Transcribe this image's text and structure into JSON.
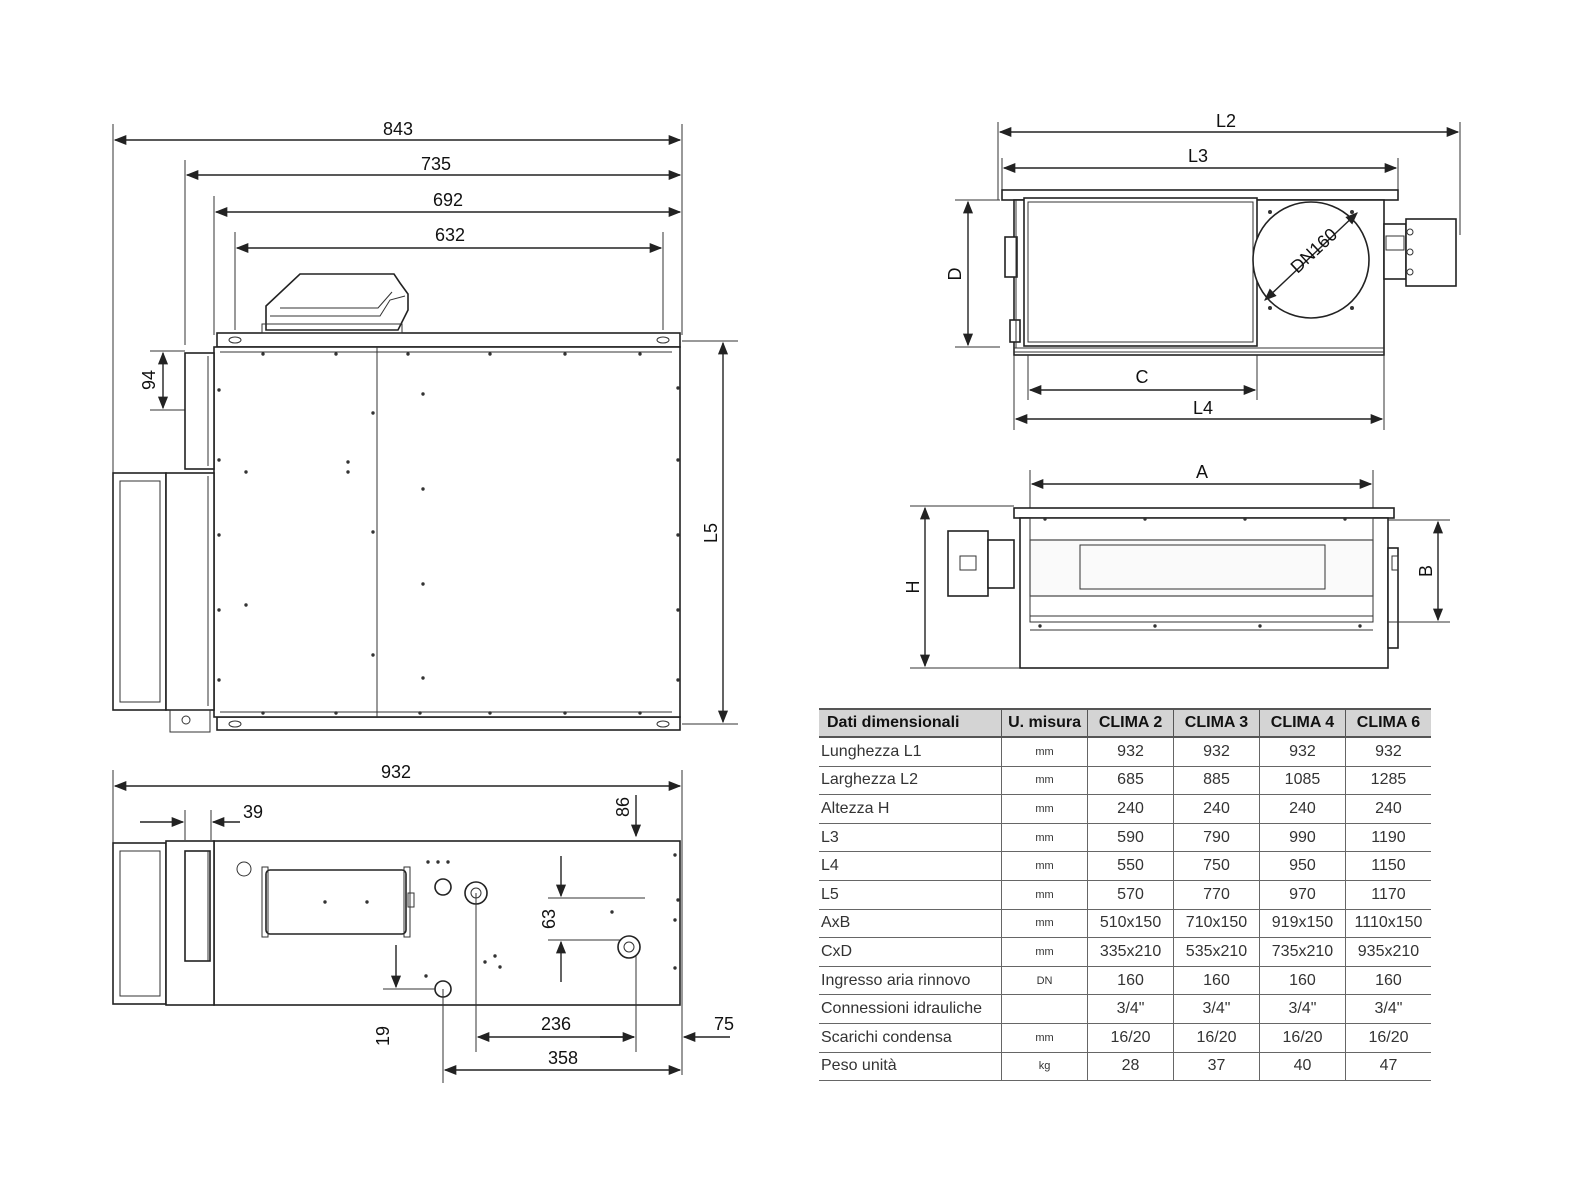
{
  "views": {
    "top": {
      "dims": {
        "d843": "843",
        "d735": "735",
        "d692": "692",
        "d632": "632",
        "d94": "94",
        "l5": "L5"
      }
    },
    "side_section": {
      "dims": {
        "l2": "L2",
        "l3": "L3",
        "d": "D",
        "c": "C",
        "l4": "L4",
        "dn": "DN160"
      }
    },
    "front_section": {
      "dims": {
        "a": "A",
        "h": "H",
        "b": "B"
      }
    },
    "bottom": {
      "dims": {
        "d932": "932",
        "d39": "39",
        "d86": "86",
        "d63": "63",
        "d19": "19",
        "d236": "236",
        "d75": "75",
        "d358": "358"
      }
    }
  },
  "table": {
    "headers": [
      "Dati dimensionali",
      "U. misura",
      "CLIMA 2",
      "CLIMA 3",
      "CLIMA 4",
      "CLIMA 6"
    ],
    "rows": [
      {
        "label": "Lunghezza L1",
        "unit": "mm",
        "values": [
          "932",
          "932",
          "932",
          "932"
        ]
      },
      {
        "label": "Larghezza L2",
        "unit": "mm",
        "values": [
          "685",
          "885",
          "1085",
          "1285"
        ]
      },
      {
        "label": "Altezza H",
        "unit": "mm",
        "values": [
          "240",
          "240",
          "240",
          "240"
        ]
      },
      {
        "label": "L3",
        "unit": "mm",
        "values": [
          "590",
          "790",
          "990",
          "1190"
        ]
      },
      {
        "label": "L4",
        "unit": "mm",
        "values": [
          "550",
          "750",
          "950",
          "1150"
        ]
      },
      {
        "label": "L5",
        "unit": "mm",
        "values": [
          "570",
          "770",
          "970",
          "1170"
        ]
      },
      {
        "label": "AxB",
        "unit": "mm",
        "values": [
          "510x150",
          "710x150",
          "919x150",
          "1110x150"
        ]
      },
      {
        "label": "CxD",
        "unit": "mm",
        "values": [
          "335x210",
          "535x210",
          "735x210",
          "935x210"
        ]
      },
      {
        "label": "Ingresso aria rinnovo",
        "unit": "DN",
        "values": [
          "160",
          "160",
          "160",
          "160"
        ]
      },
      {
        "label": "Connessioni idrauliche",
        "unit": "",
        "values": [
          "3/4\"",
          "3/4\"",
          "3/4\"",
          "3/4\""
        ]
      },
      {
        "label": "Scarichi condensa",
        "unit": "mm",
        "values": [
          "16/20",
          "16/20",
          "16/20",
          "16/20"
        ]
      },
      {
        "label": "Peso unità",
        "unit": "kg",
        "values": [
          "28",
          "37",
          "40",
          "47"
        ]
      }
    ]
  }
}
